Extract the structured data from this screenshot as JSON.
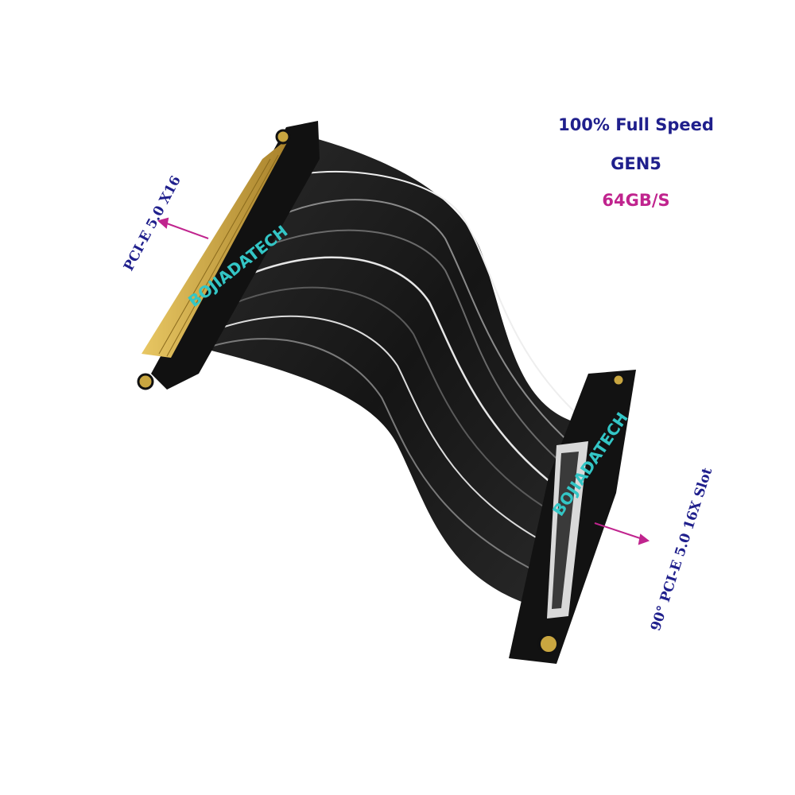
{
  "specs": {
    "speed": "100% Full Speed",
    "gen": "GEN5",
    "bandwidth": "64GB/S"
  },
  "labels": {
    "top_connector": "PCI-E 5.0 X16",
    "bottom_connector": "90° PCI-E 5.0 16X Slot"
  },
  "watermark": "BOJIADATECH",
  "colors": {
    "label_blue": "#1f1f8c",
    "accent_magenta": "#c0248e",
    "watermark_cyan": "#33c6c6",
    "cable_black": "#1a1a1a",
    "gold_fingers": "#c9a640"
  }
}
